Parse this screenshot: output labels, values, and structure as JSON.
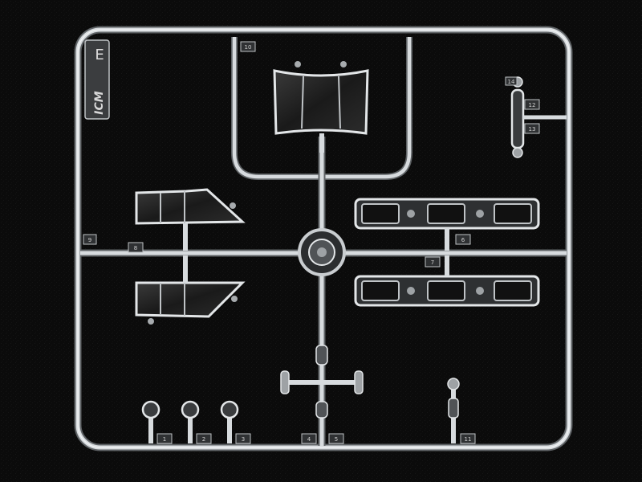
{
  "photo": {
    "subject_colors": {
      "background": "#0b0b0b",
      "sprue": "#cfd3d6",
      "sprue_shadow": "#6b6f72",
      "part_fill": "#2a2a2a"
    },
    "logo_text": "ICM",
    "side_letter": "E",
    "part_numbers": [
      "1",
      "2",
      "3",
      "4",
      "5",
      "6",
      "7",
      "8",
      "9",
      "10",
      "11",
      "12",
      "13",
      "14"
    ]
  }
}
